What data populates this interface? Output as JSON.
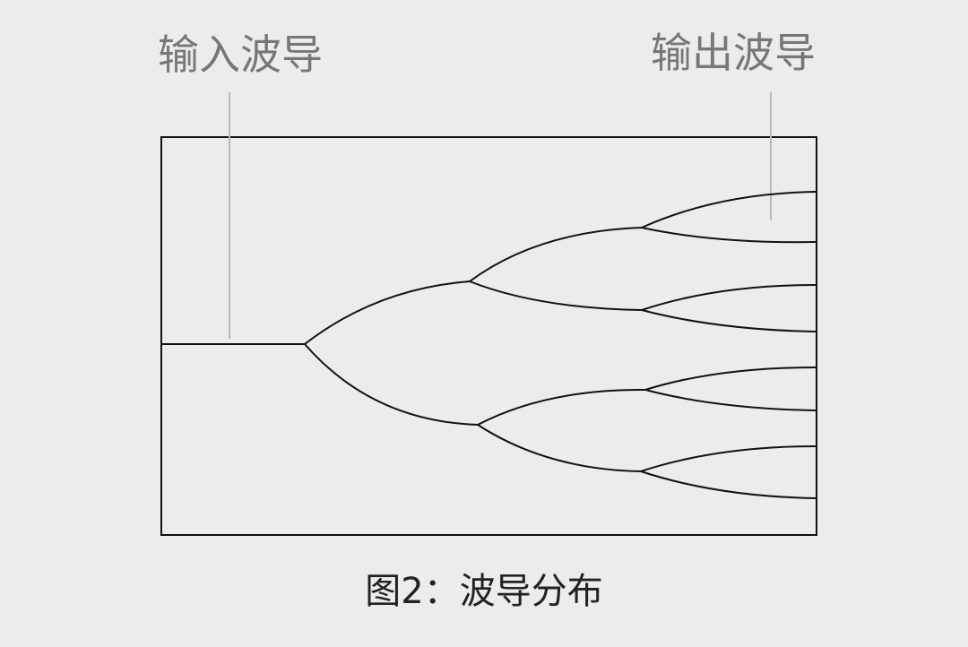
{
  "labels": {
    "input_waveguide": "输入波导",
    "output_waveguide": "输出波导"
  },
  "caption": "图2：波导分布",
  "colors": {
    "background": "#ececec",
    "line": "#111111",
    "leader": "#b8b8b8",
    "label": "#777777",
    "caption": "#222222"
  },
  "tree": {
    "levels": 3,
    "outputs": 8
  }
}
